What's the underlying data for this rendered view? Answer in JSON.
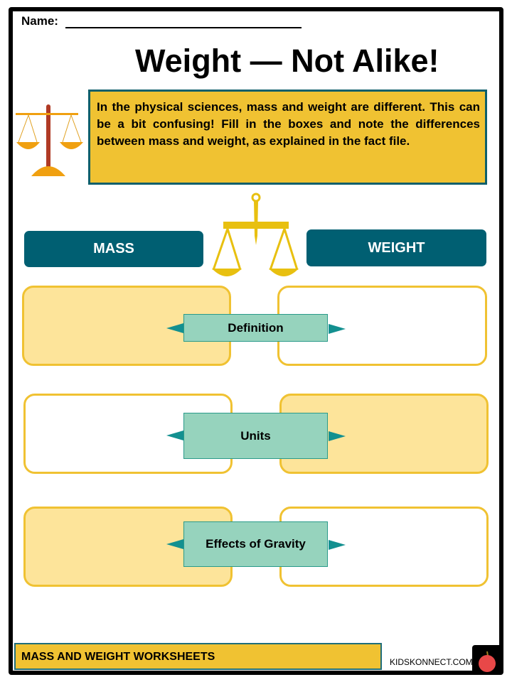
{
  "header": {
    "name_label": "Name:",
    "title": "Weight — Not Alike!"
  },
  "intro": "In the physical sciences, mass and weight are different. This can be a bit confusing! Fill in the boxes and note the differences between mass and weight, as explained in the fact file.",
  "columns": {
    "left": "MASS",
    "right": "WEIGHT"
  },
  "rows": [
    {
      "label": "Definition"
    },
    {
      "label": "Units"
    },
    {
      "label": "Effects of Gravity"
    }
  ],
  "footer": {
    "title": "MASS AND WEIGHT WORKSHEETS",
    "site": "KIDSKONNECT.COM"
  },
  "colors": {
    "teal": "#005f72",
    "yellow": "#f0c232",
    "light_yellow": "#fde49a",
    "mint": "#96d3bd"
  }
}
